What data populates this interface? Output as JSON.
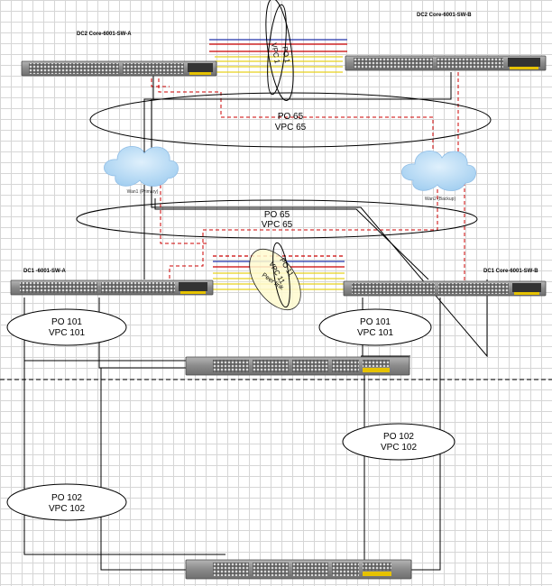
{
  "switches": {
    "dc2_a": {
      "label": "DC2 Core-6001-SW-A"
    },
    "dc2_b": {
      "label": "DC2 Core-6001-SW-B"
    },
    "dc1_a": {
      "label": "DC1 -6001-SW-A"
    },
    "dc1_b": {
      "label": "DC1  Core-6001-SW-B"
    }
  },
  "clouds": {
    "wan1": {
      "label": "Wan1 (Primary)"
    },
    "wan2": {
      "label": "Wan2 (Backup)"
    }
  },
  "port_channels": {
    "dc2_peer": {
      "po": "PO 1",
      "vpc": "VPC 1"
    },
    "dc2_wan": {
      "po": "PO 65",
      "vpc": "VPC 65"
    },
    "dc1_wan": {
      "po": "PO 65",
      "vpc": "VPC 65"
    },
    "dc1_peer": {
      "po": "PO 11",
      "vpc": "VPC 11",
      "extra": "Peer link"
    },
    "fex1_left": {
      "po": "PO 101",
      "vpc": "VPC 101"
    },
    "fex1_right": {
      "po": "PO 101",
      "vpc": "VPC 101"
    },
    "fex2_right": {
      "po": "PO 102",
      "vpc": "VPC 102"
    },
    "fex2_left": {
      "po": "PO 102",
      "vpc": "VPC 102"
    }
  },
  "colors": {
    "link_red": "#cc0000",
    "link_blue": "#2233aa",
    "link_yellow": "#e6d21e",
    "chassis": "#8c8c8c",
    "cloud": "#a9d2f2"
  }
}
